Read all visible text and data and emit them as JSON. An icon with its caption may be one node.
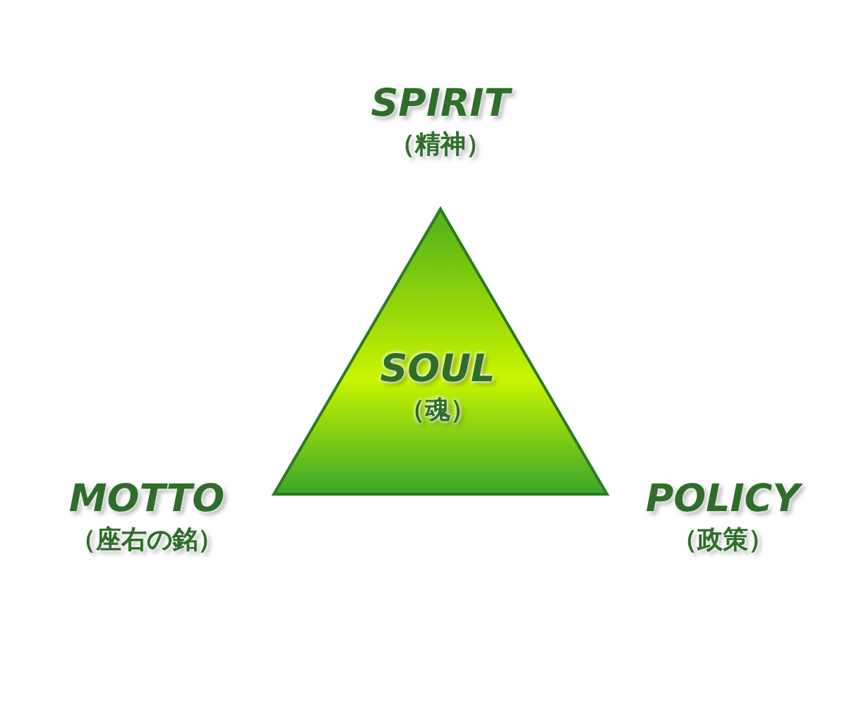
{
  "diagram": {
    "nodes": [
      {
        "text": [
          "SOUL",
          "（魂）"
        ]
      }
    ],
    "labels": [
      "SPIRIT",
      "（精神）",
      "MOTTO",
      "（座右の銘）",
      "POLICY",
      "（政策）"
    ]
  }
}
